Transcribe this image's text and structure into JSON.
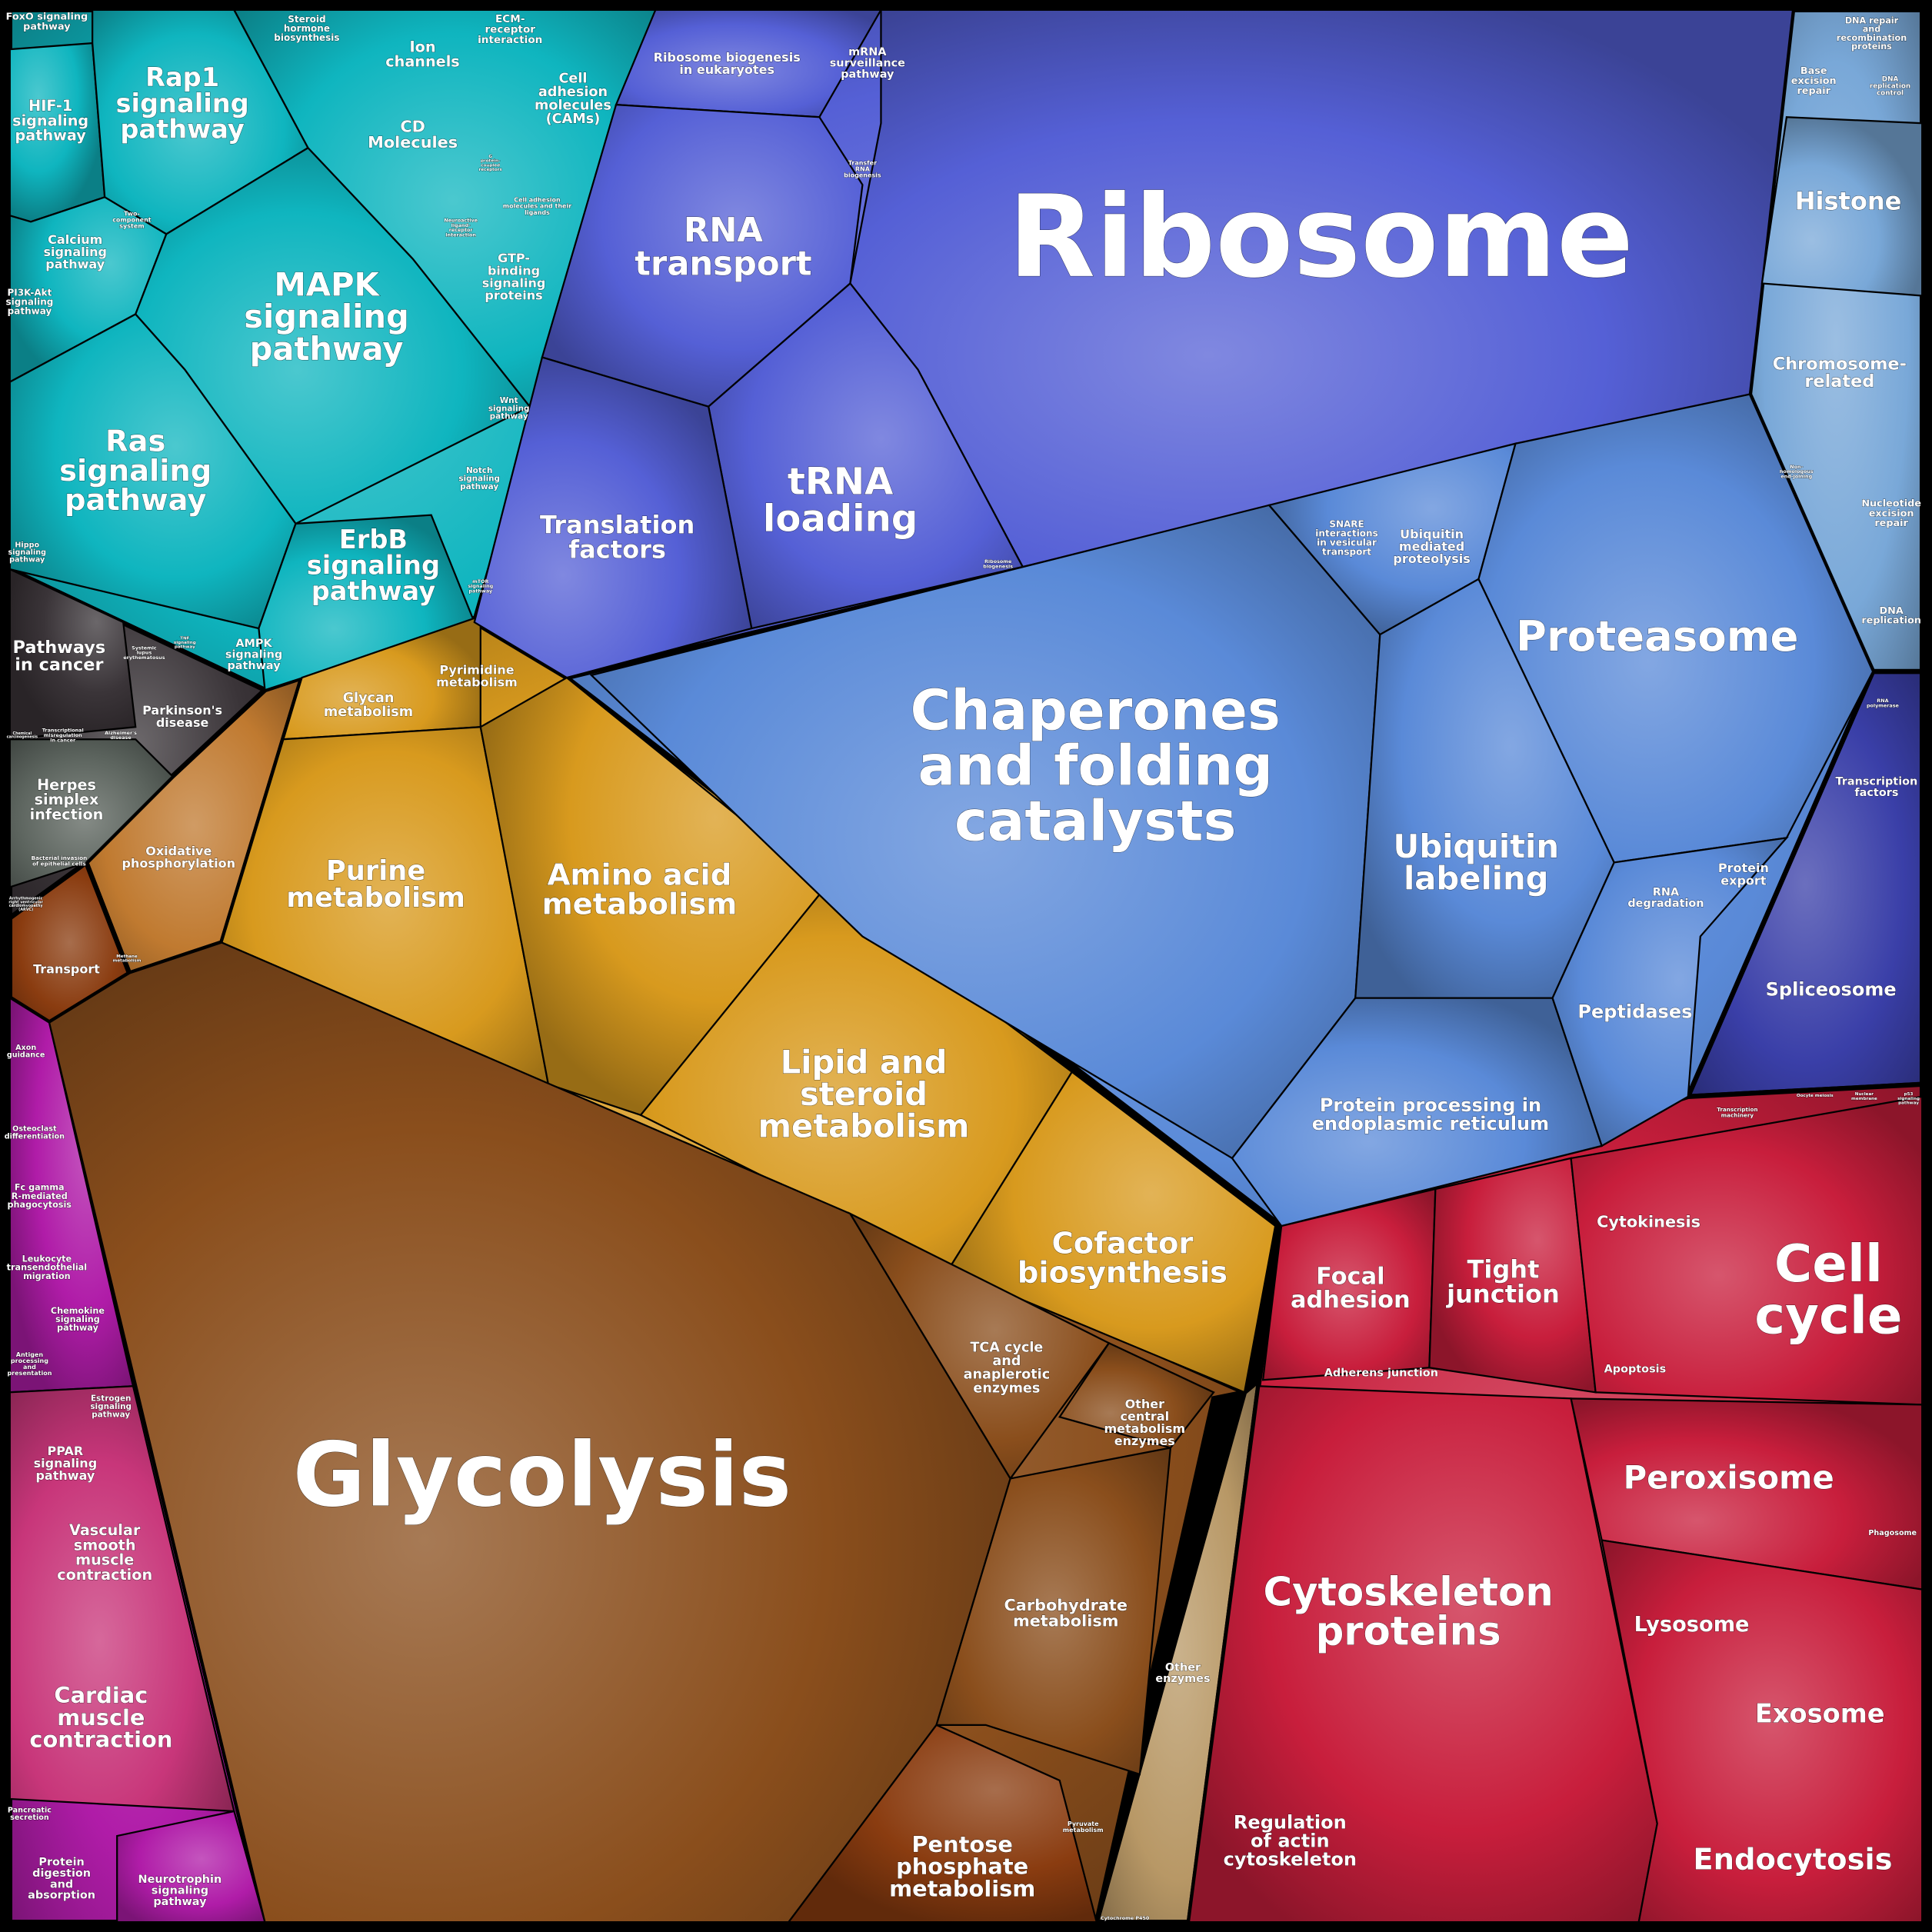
{
  "colors": {
    "signaling": "#0fb5bf",
    "disease": "#3a3438",
    "herpes": "#5c645e",
    "immune": "#b01ca8",
    "muscle": "#c8367a",
    "nucleotide_amino_lipid": "#d89a1e",
    "central_metabolism": "#8a4e1c",
    "other_enzymes": "#b89866",
    "translation": "#5560d6",
    "folding_degradation": "#5a8ad8",
    "dna": "#79a8d8",
    "transcription": "#3a3fa8",
    "cellular_processes": "#c81e3c",
    "oxidative": "#c07a30",
    "transport": "#8a3c10",
    "border": "#000000"
  },
  "labels": {
    "foxo": "FoxO signaling\npathway",
    "steroid": "Steroid\nhormone\nbiosynthesis",
    "ion": "Ion\nchannels",
    "ecm": "ECM-\nreceptor\ninteraction",
    "rap1": "Rap1\nsignaling\npathway",
    "hif1": "HIF-1\nsignaling\npathway",
    "cams": "Cell\nadhesion\nmolecules\n(CAMs)",
    "cd": "CD\nMolecules",
    "gpcr": "G\nprotein-\ncoupled\nreceptors",
    "cam_ligands": "Cell adhesion\nmolecules and their\nligands",
    "neuroactive": "Neuroactive\nligand-\nreceptor\ninteraction",
    "two_component": "Two-\ncomponent\nsystem",
    "calcium": "Calcium\nsignaling\npathway",
    "mapk": "MAPK\nsignaling\npathway",
    "gtp": "GTP-\nbinding\nsignaling\nproteins",
    "pi3k": "PI3K-Akt\nsignaling\npathway",
    "ras": "Ras\nsignaling\npathway",
    "wnt": "Wnt\nsignaling\npathway",
    "notch": "Notch\nsignaling\npathway",
    "mtor": "mTOR\nsignaling\npathway",
    "erbb": "ErbB\nsignaling\npathway",
    "hippo": "Hippo\nsignaling\npathway",
    "ampk": "AMPK\nsignaling\npathway",
    "tnf": "TNF\nsignaling\npathway",
    "cancer": "Pathways\nin cancer",
    "lupus": "Systemic\nlupus\nerythematosus",
    "parkinson": "Parkinson's\ndisease",
    "alzheimer": "Alzheimer's\ndisease",
    "transcriptional_misreg": "Transcriptional\nmisregulation\nin cancer",
    "chemical_carcinogenesis": "Chemical\ncarcinogenesis",
    "herpes": "Herpes\nsimplex\ninfection",
    "bacterial": "Bacterial invasion\nof epithelial cells",
    "arvc": "Arrhythmogenic\nright ventricular\ncardiomyopathy\n(ARVC)",
    "oxphos": "Oxidative\nphosphorylation",
    "methane": "Methane\nmetabolism",
    "transport": "Transport",
    "axon": "Axon\nguidance",
    "osteoclast": "Osteoclast\ndifferentiation",
    "fcgamma": "Fc gamma\nR-mediated\nphagocytosis",
    "leukocyte": "Leukocyte\ntransendothelial\nmigration",
    "chemokine": "Chemokine\nsignaling\npathway",
    "antigen": "Antigen\nprocessing\nand\npresentation",
    "estrogen": "Estrogen\nsignaling\npathway",
    "ppar": "PPAR\nsignaling\npathway",
    "vascular": "Vascular\nsmooth\nmuscle\ncontraction",
    "cardiac": "Cardiac\nmuscle\ncontraction",
    "pancreatic": "Pancreatic\nsecretion",
    "protein_digestion": "Protein\ndigestion\nand\nabsorption",
    "neurotrophin": "Neurotrophin\nsignaling\npathway",
    "glycan": "Glycan\nmetabolism",
    "pyrimidine": "Pyrimidine\nmetabolism",
    "purine": "Purine\nmetabolism",
    "amino": "Amino acid\nmetabolism",
    "lipid": "Lipid and\nsteroid\nmetabolism",
    "cofactor": "Cofactor\nbiosynthesis",
    "glycolysis": "Glycolysis",
    "tca": "TCA cycle\nand\nanaplerotic\nenzymes",
    "other_central": "Other\ncentral\nmetabolism\nenzymes",
    "carbohydrate": "Carbohydrate\nmetabolism",
    "pentose": "Pentose\nphosphate\nmetabolism",
    "pyruvate": "Pyruvate\nmetabolism",
    "other_enzymes": "Other\nenzymes",
    "p450": "Cytochrome P450",
    "ribo_biogenesis_euk": "Ribosome biogenesis\nin eukaryotes",
    "mrna_surveillance": "mRNA\nsurveillance\npathway",
    "trna_biogenesis": "Transfer\nRNA\nbiogenesis",
    "rna_transport": "RNA\ntransport",
    "ribosome": "Ribosome",
    "trna_loading": "tRNA\nloading",
    "translation_factors": "Translation\nfactors",
    "ribo_biogenesis": "Ribosome\nbiogenesis",
    "chaperones": "Chaperones\nand folding\ncatalysts",
    "snare": "SNARE\ninteractions\nin vesicular\ntransport",
    "ubiq_proteolysis": "Ubiquitin\nmediated\nproteolysis",
    "proteasome": "Proteasome",
    "ubiq_labeling": "Ubiquitin\nlabeling",
    "rna_degradation": "RNA\ndegradation",
    "protein_export": "Protein\nexport",
    "peptidases": "Peptidases",
    "er_processing": "Protein processing in\nendoplasmic reticulum",
    "dna_repair": "DNA repair\nand\nrecombination\nproteins",
    "base_excision": "Base\nexcision\nrepair",
    "dna_rep_control": "DNA\nreplication\ncontrol",
    "histone": "Histone",
    "chromosome": "Chromosome-\nrelated",
    "nhej": "Non-\nhomologous\nend-joining",
    "nucleotide_excision": "Nucleotide\nexcision\nrepair",
    "dna_replication": "DNA\nreplication",
    "rna_polymerase": "RNA\npolymerase",
    "transcription_factors": "Transcription\nfactors",
    "spliceosome": "Spliceosome",
    "transcription_machinery": "Transcription\nmachinery",
    "oocyte": "Oocyte meiosis",
    "nuclear_membrane": "Nuclear\nmembrane",
    "p53": "p53\nsignaling\npathway",
    "focal": "Focal\nadhesion",
    "tight": "Tight\njunction",
    "adherens": "Adherens junction",
    "cytokinesis": "Cytokinesis",
    "apoptosis": "Apoptosis",
    "cell_cycle": "Cell\ncycle",
    "peroxisome": "Peroxisome",
    "phagosome": "Phagosome",
    "cytoskeleton": "Cytoskeleton\nproteins",
    "lysosome": "Lysosome",
    "exosome": "Exosome",
    "actin": "Regulation\nof actin\ncytoskeleton",
    "endocytosis": "Endocytosis"
  }
}
